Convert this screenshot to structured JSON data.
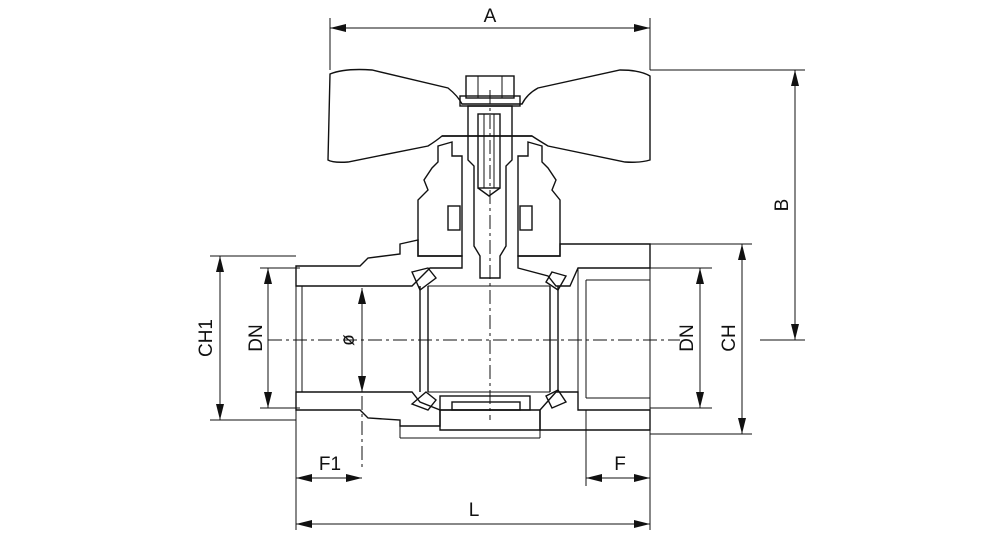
{
  "dimensions": {
    "A": "A",
    "B": "B",
    "CH1": "CH1",
    "DN_left": "DN",
    "diameter": "ø",
    "DN_right": "DN",
    "CH": "CH",
    "F1": "F1",
    "F": "F",
    "L": "L"
  }
}
